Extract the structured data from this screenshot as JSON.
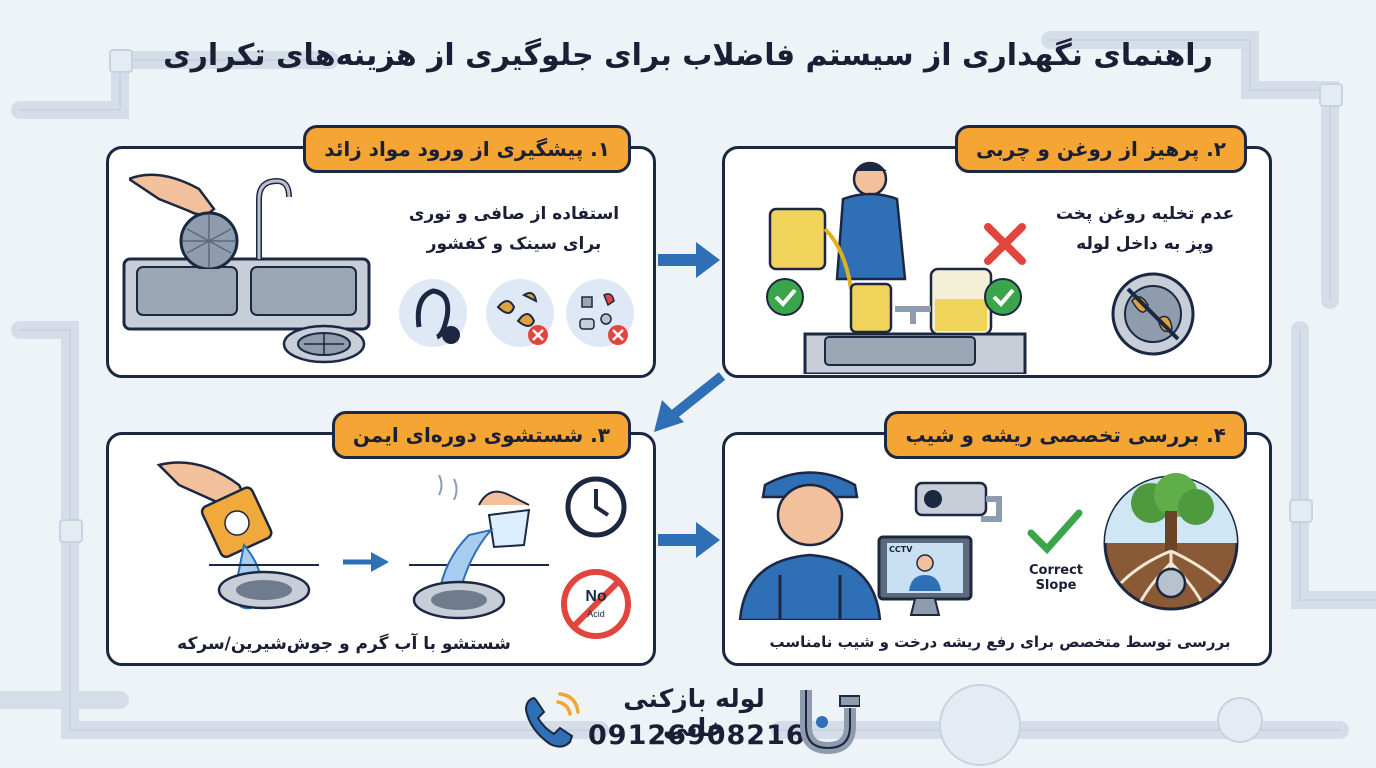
{
  "title": "راهنمای نگهداری از سیستم فاضلاب برای جلوگیری از هزینه‌های تکراری",
  "steps": [
    {
      "badge": "۱. پیشگیری از ورود مواد زائد",
      "text_line1": "استفاده از صافی و توری",
      "text_line2": "برای سینک و کفشور",
      "icons": [
        "hand-strainer-icon",
        "sink-icon",
        "floor-drain-icon",
        "hair-icon",
        "food-scraps-icon",
        "debris-icon"
      ]
    },
    {
      "badge": "۲. پرهیز از روغن و چربی",
      "text_line1": "عدم تخلیه روغن پخت",
      "text_line2": "وپز به داخل لوله",
      "icons": [
        "man-pouring-oil-icon",
        "check-icon",
        "cross-icon",
        "grease-pipe-icon"
      ]
    },
    {
      "badge": "۳. شستشوی دوره‌ای ایمن",
      "text": "شستشو با آب گرم و جوش‌شیرین/سرکه",
      "no_label": "No",
      "acid_label": "Acid",
      "icons": [
        "pour-powder-icon",
        "drain-icon",
        "pour-water-icon",
        "clock-icon",
        "no-acid-icon"
      ]
    },
    {
      "badge": "۴. بررسی تخصصی ریشه و شیب",
      "text": "بررسی توسط متخصص برای رفع ریشه درخت و شیب نامناسب",
      "slope_label_1": "Correct",
      "slope_label_2": "Slope",
      "cctv_label": "CCTV",
      "icons": [
        "plumber-icon",
        "cctv-camera-icon",
        "monitor-icon",
        "check-icon",
        "tree-roots-icon"
      ]
    }
  ],
  "footer": {
    "company": "لوله بازکنی خانی",
    "phone": "09126908216"
  },
  "colors": {
    "accent": "#f5a533",
    "outline": "#1c2742",
    "arrow": "#2f6fb5",
    "check": "#3aa54a",
    "cross": "#e0463d",
    "background": "#eef3f8"
  }
}
